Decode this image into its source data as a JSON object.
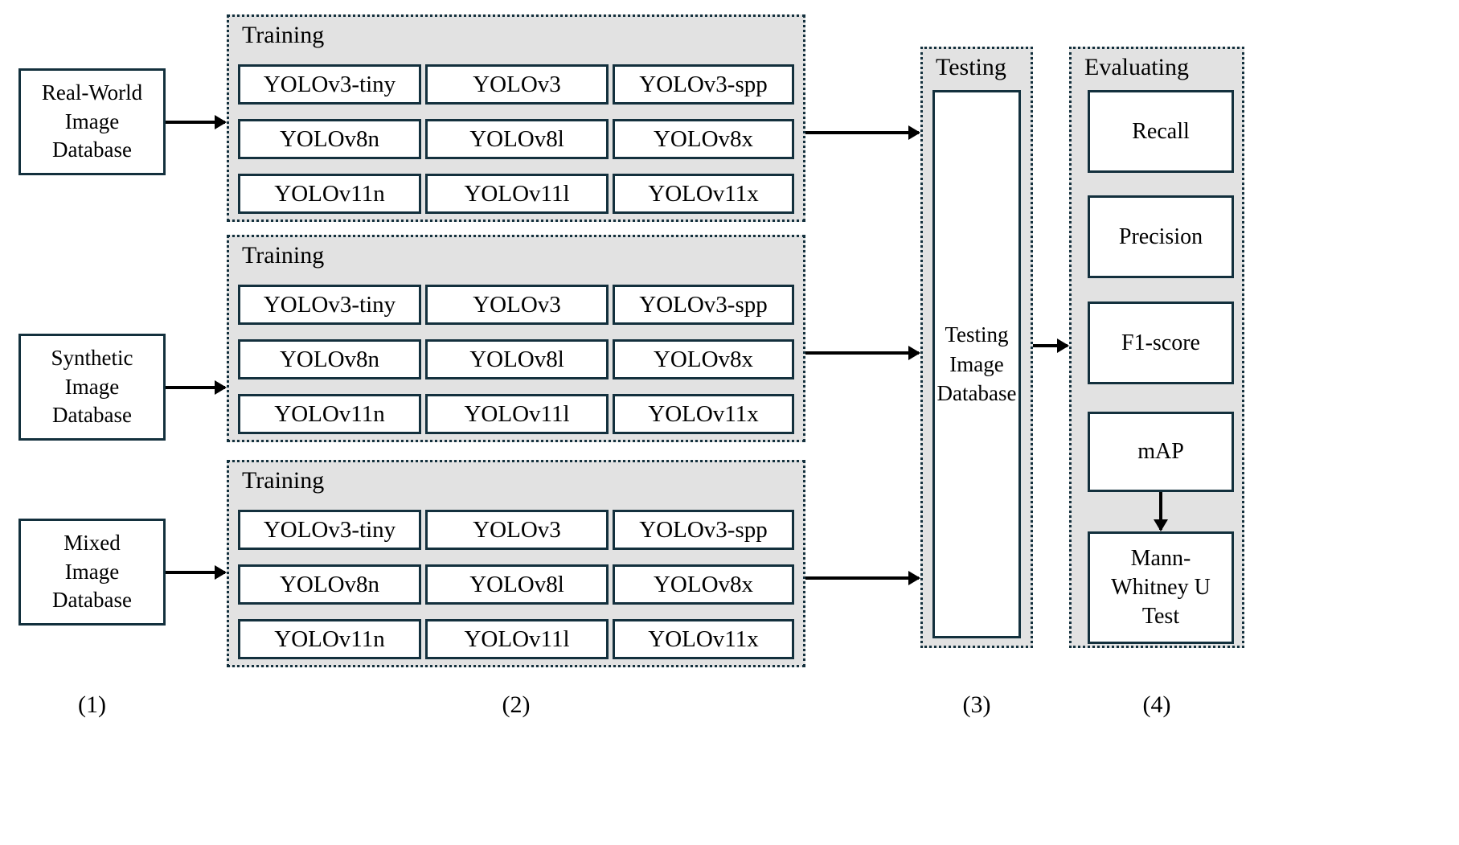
{
  "colors": {
    "stroke": "#13303d",
    "panel_fill": "#e2e2e2",
    "box_fill": "#ffffff",
    "arrow": "#000000"
  },
  "stage_1": {
    "caption": "(1)",
    "databases": [
      {
        "name": "real-world-image-database",
        "lines": [
          "Real-World",
          "Image",
          "Database"
        ]
      },
      {
        "name": "synthetic-image-database",
        "lines": [
          "Synthetic",
          "Image",
          "Database"
        ]
      },
      {
        "name": "mixed-image-database",
        "lines": [
          "Mixed",
          "Image",
          "Database"
        ]
      }
    ]
  },
  "stage_2": {
    "caption": "(2)",
    "panel_title": "Training",
    "panels": [
      {
        "name": "training-panel-real-world",
        "models": [
          [
            "YOLOv3-tiny",
            "YOLOv3",
            "YOLOv3-spp"
          ],
          [
            "YOLOv8n",
            "YOLOv8l",
            "YOLOv8x"
          ],
          [
            "YOLOv11n",
            "YOLOv11l",
            "YOLOv11x"
          ]
        ]
      },
      {
        "name": "training-panel-synthetic",
        "models": [
          [
            "YOLOv3-tiny",
            "YOLOv3",
            "YOLOv3-spp"
          ],
          [
            "YOLOv8n",
            "YOLOv8l",
            "YOLOv8x"
          ],
          [
            "YOLOv11n",
            "YOLOv11l",
            "YOLOv11x"
          ]
        ]
      },
      {
        "name": "training-panel-mixed",
        "models": [
          [
            "YOLOv3-tiny",
            "YOLOv3",
            "YOLOv3-spp"
          ],
          [
            "YOLOv8n",
            "YOLOv8l",
            "YOLOv8x"
          ],
          [
            "YOLOv11n",
            "YOLOv11l",
            "YOLOv11x"
          ]
        ]
      }
    ]
  },
  "stage_3": {
    "caption": "(3)",
    "panel_title": "Testing",
    "database_lines": [
      "Testing",
      "Image",
      "Database"
    ]
  },
  "stage_4": {
    "caption": "(4)",
    "panel_title": "Evaluating",
    "metrics": [
      {
        "name": "metric-recall",
        "lines": [
          "Recall"
        ]
      },
      {
        "name": "metric-precision",
        "lines": [
          "Precision"
        ]
      },
      {
        "name": "metric-f1-score",
        "lines": [
          "F1-score"
        ]
      },
      {
        "name": "metric-map",
        "lines": [
          "mAP"
        ]
      },
      {
        "name": "metric-mann-whitney-u-test",
        "lines": [
          "Mann-",
          "Whitney U",
          "Test"
        ]
      }
    ]
  }
}
